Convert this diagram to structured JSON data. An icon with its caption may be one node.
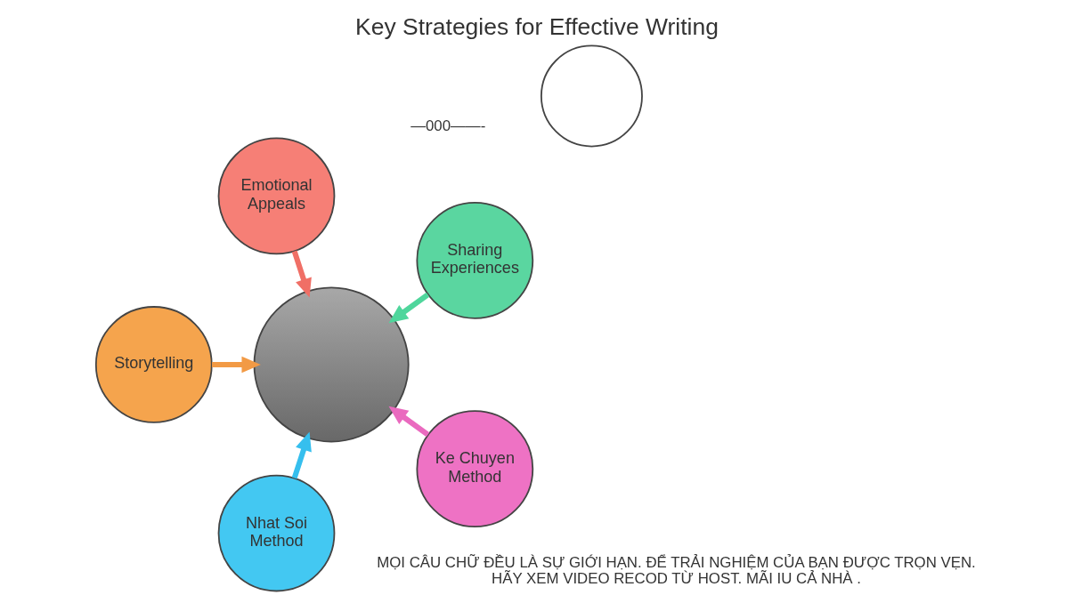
{
  "diagram": {
    "title": "Key Strategies for Effective Writing",
    "nodes": [
      {
        "text": [
          "Sharing Experiences"
        ]
      },
      {
        "text": [
          "Emotional Appeals"
        ]
      },
      {
        "text": [
          "Storytelling"
        ]
      },
      {
        "text": [],
        "shape": "circle"
      },
      {
        "text": [
          "Nhat Soi Method"
        ]
      },
      {
        "text": [
          "Ke Chuyen Method"
        ]
      },
      {
        "text": [],
        "shape": "circle"
      }
    ],
    "edges": [
      {
        "from": 0,
        "to": 3,
        "arrow": "to",
        "color": "#4fd69c"
      },
      {
        "from": 1,
        "to": 3,
        "arrow": "to",
        "color": "#f06f66"
      },
      {
        "from": 2,
        "to": 3,
        "arrow": "to",
        "color": "#f29a45"
      },
      {
        "from": 4,
        "to": 3,
        "arrow": "to",
        "color": "#36bfee"
      },
      {
        "from": 5,
        "to": 3,
        "arrow": "to",
        "color": "#ea6abf"
      }
    ],
    "labels": [
      "—000——-",
      "MỌI CÂU CHỮ ĐỀU LÀ SỰ GIỚI HẠN. ĐỂ TRẢI NGHIỆM CỦA BẠN ĐƯỢC TRỌN VẸN. HÃY XEM VIDEO RECOD TỪ HOST. MÃI IU CẢ NHÀ ."
    ]
  }
}
